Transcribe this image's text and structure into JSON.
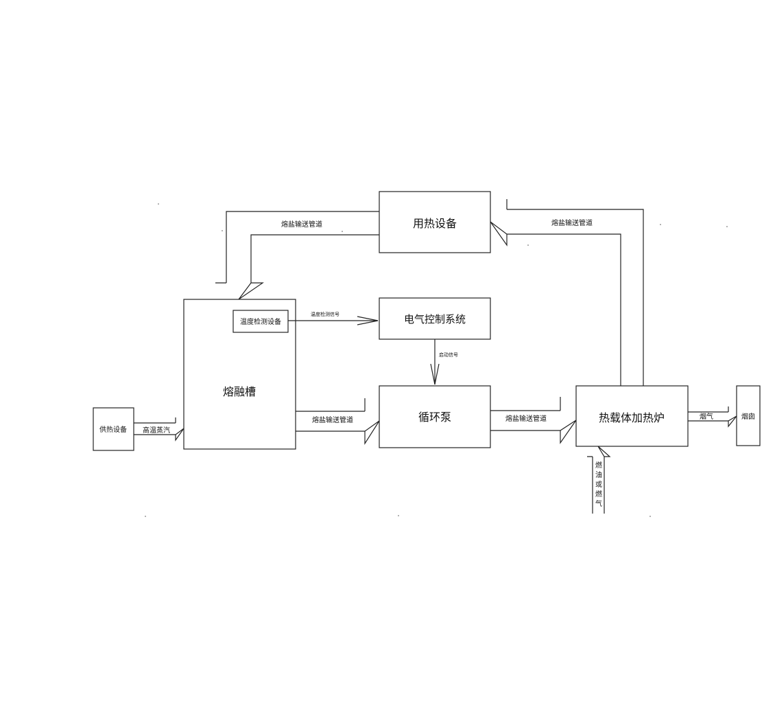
{
  "nodes": {
    "heat_use_equipment": "用热设备",
    "electric_control_system": "电气控制系统",
    "melting_tank": "熔融槽",
    "temp_detection_device": "温度检测设备",
    "heat_supply_equipment": "供热设备",
    "circulation_pump": "循环泵",
    "heat_carrier_furnace": "热载体加热炉",
    "chimney": "烟囱"
  },
  "edges": {
    "pipe_top_left": "熔盐输送管道",
    "pipe_top_right": "熔盐输送管道",
    "temp_signal": "温度检测信号",
    "start_signal": "启动信号",
    "pipe_tank_to_pump": "熔盐输送管道",
    "pipe_pump_to_furnace": "熔盐输送管道",
    "steam": "高温蒸汽",
    "flue_gas": "烟气",
    "fuel": [
      "燃",
      "油",
      "或",
      "燃",
      "气"
    ]
  }
}
